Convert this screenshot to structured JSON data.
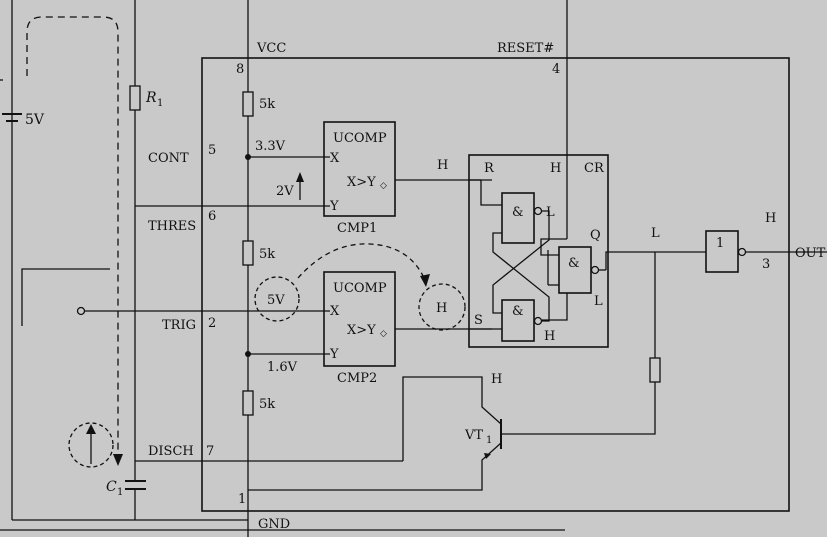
{
  "chip": {
    "vcc": "VCC",
    "reset": "RESET#",
    "gnd": "GND",
    "out": "OUT",
    "pins": {
      "vcc": "8",
      "reset": "4",
      "cont": "5",
      "thres": "6",
      "trig": "2",
      "disch": "7",
      "gnd": "1",
      "out": "3"
    },
    "labels": {
      "cont": "CONT",
      "thres": "THRES",
      "trig": "TRIG",
      "disch": "DISCH"
    }
  },
  "external": {
    "battery": "5V",
    "resistor": "R",
    "resistor_sub": "1",
    "capacitor": "C",
    "capacitor_sub": "1"
  },
  "divider": {
    "r1": "5k",
    "r2": "5k",
    "r3": "5k",
    "v_upper": "3.3V",
    "v_lower": "1.6V"
  },
  "cmp1": {
    "title": "UCOMP",
    "x": "X",
    "y": "Y",
    "out": "X>Y",
    "name": "CMP1",
    "y_input": "2V"
  },
  "cmp2": {
    "title": "UCOMP",
    "x": "X",
    "y": "Y",
    "out": "X>Y",
    "name": "CMP2"
  },
  "annotations": {
    "trig_circle": "5V",
    "cmp2_out_circle": "H",
    "cmp1_out_level": "H",
    "vt_collector": "H",
    "q_level": "L",
    "out_level": "H"
  },
  "flipflop": {
    "name": "CR",
    "r": "R",
    "s": "S",
    "q": "Q",
    "h_top": "H",
    "h_bottom": "H",
    "nand1_out": "L",
    "nand3_out": "L",
    "and_sym": "&"
  },
  "inverter": {
    "sym": "1"
  },
  "transistor": {
    "name": "VT",
    "sub": "1"
  }
}
